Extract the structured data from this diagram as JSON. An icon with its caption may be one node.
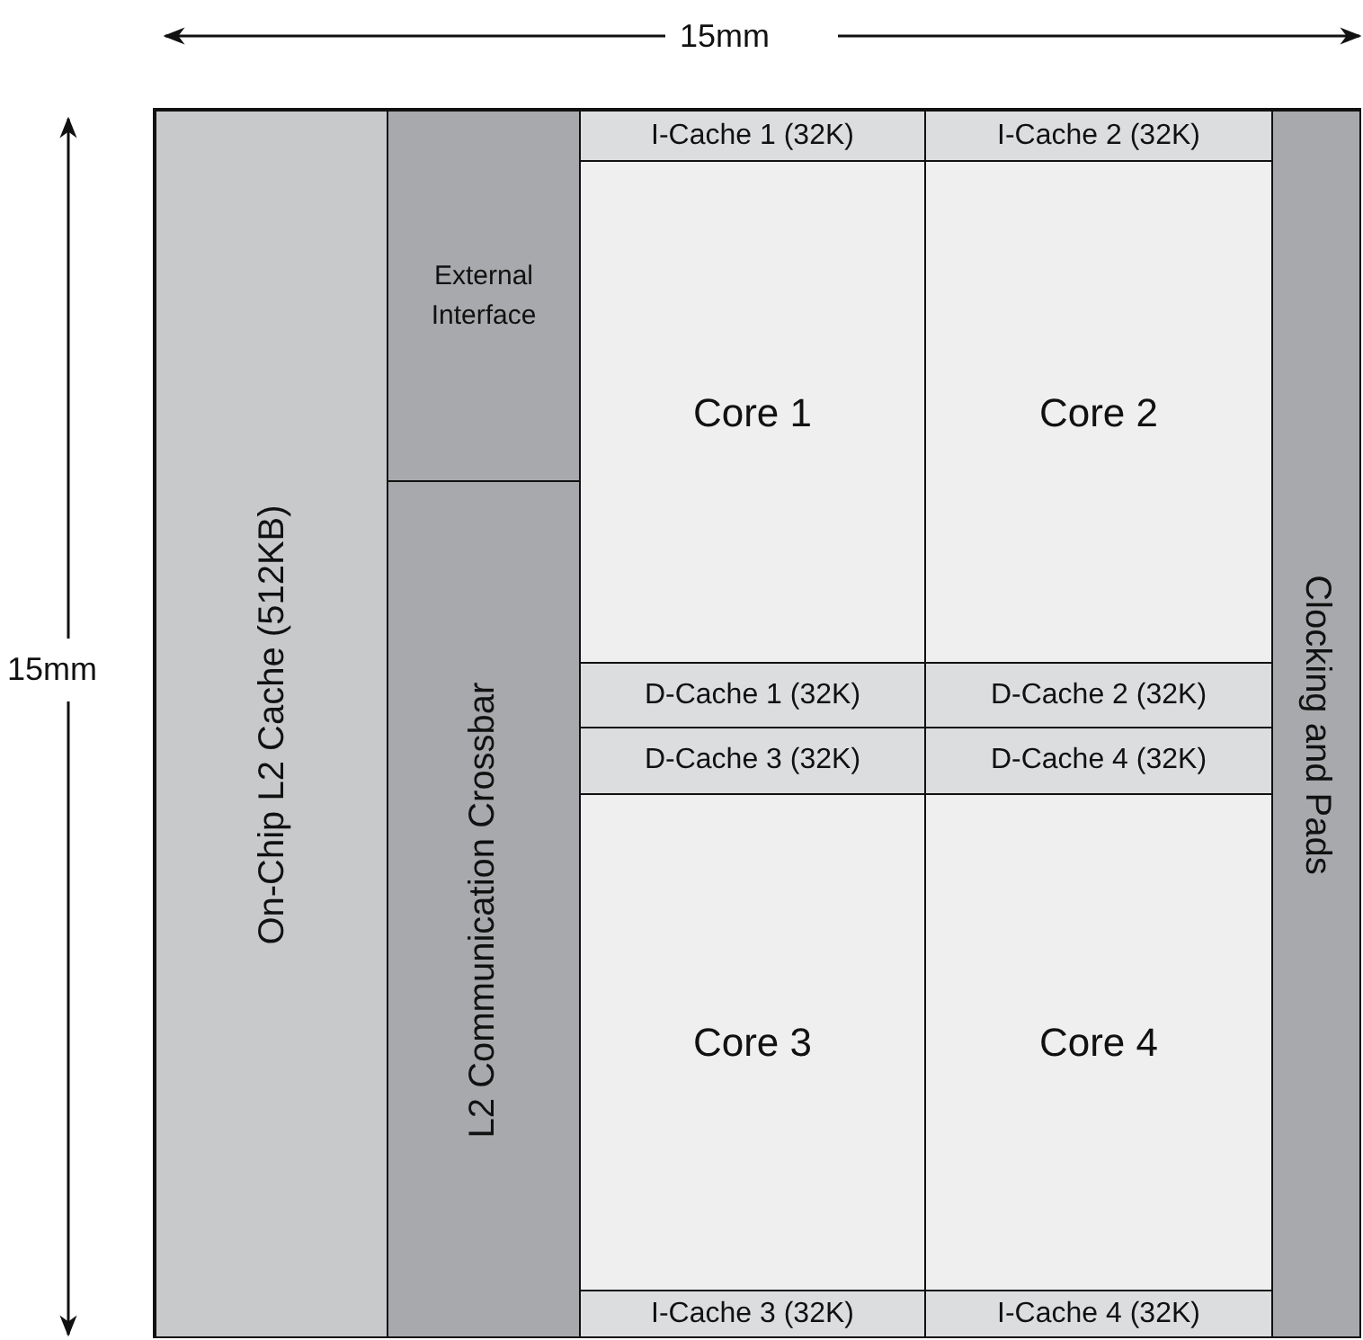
{
  "diagram": {
    "nodes": [
      {
        "text": [
          "On-Chip L2 Cache (512KB)"
        ]
      },
      {
        "text": [
          "External Interface"
        ]
      },
      {
        "text": [
          "L2 Communication Crossbar"
        ]
      },
      {
        "text": [
          "I-Cache 1 (32K)"
        ]
      },
      {
        "text": [
          "I-Cache 2 (32K)"
        ]
      },
      {
        "text": [
          "Core 1"
        ]
      },
      {
        "text": [
          "Core 2"
        ]
      },
      {
        "text": [
          "D-Cache 1 (32K)"
        ]
      },
      {
        "text": [
          "D-Cache 2 (32K)"
        ]
      },
      {
        "text": [
          "D-Cache 3 (32K)"
        ]
      },
      {
        "text": [
          "D-Cache 4 (32K)"
        ]
      },
      {
        "text": [
          "Core 3"
        ]
      },
      {
        "text": [
          "Core 4"
        ]
      },
      {
        "text": [
          "I-Cache 3 (32K)"
        ]
      },
      {
        "text": [
          "I-Cache 4 (32K)"
        ]
      },
      {
        "text": [
          "Clocking and Pads"
        ]
      }
    ],
    "labels": [
      "15mm",
      "15mm"
    ]
  }
}
